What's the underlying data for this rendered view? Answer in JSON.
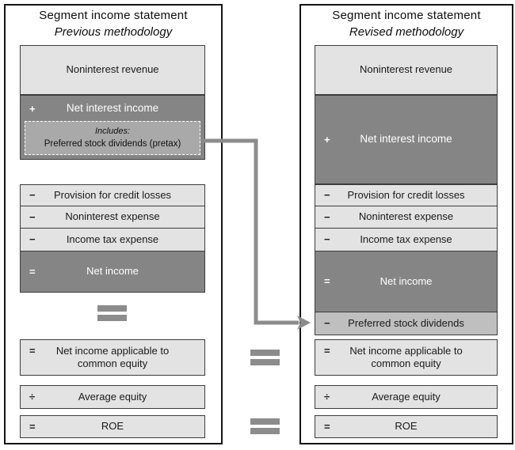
{
  "left": {
    "title": "Segment income statement",
    "subtitle": "Previous methodology",
    "noninterest_revenue": {
      "label": "Noninterest revenue"
    },
    "net_interest_income": {
      "op": "+",
      "label": "Net interest income"
    },
    "includes_note": {
      "heading": "Includes:",
      "body": "Preferred stock dividends (pretax)"
    },
    "rows": [
      {
        "op": "−",
        "label": "Provision for credit losses"
      },
      {
        "op": "−",
        "label": "Noninterest expense"
      },
      {
        "op": "−",
        "label": "Income tax expense"
      },
      {
        "op": "=",
        "label": "Net income"
      }
    ],
    "net_income_applicable": {
      "op": "=",
      "label": "Net income applicable to common equity"
    },
    "average_equity": {
      "op": "÷",
      "label": "Average equity"
    },
    "roe": {
      "op": "=",
      "label": "ROE"
    }
  },
  "right": {
    "title": "Segment income statement",
    "subtitle": "Revised methodology",
    "noninterest_revenue": {
      "label": "Noninterest revenue"
    },
    "net_interest_income": {
      "op": "+",
      "label": "Net interest income"
    },
    "rows": [
      {
        "op": "−",
        "label": "Provision for credit losses"
      },
      {
        "op": "−",
        "label": "Noninterest expense"
      },
      {
        "op": "−",
        "label": "Income tax expense"
      },
      {
        "op": "=",
        "label": "Net income"
      }
    ],
    "preferred_stock_dividends": {
      "op": "−",
      "label": "Preferred stock dividends"
    },
    "net_income_applicable": {
      "op": "=",
      "label": "Net income applicable to common equity"
    },
    "average_equity": {
      "op": "÷",
      "label": "Average equity"
    },
    "roe": {
      "op": "=",
      "label": "ROE"
    }
  },
  "symbols": {
    "left_equals": "equals-sign",
    "middle_equals_net_income_applicable": "equals-sign",
    "middle_equals_roe": "equals-sign",
    "flow_arrow": "arrow-from-previous-dividends-note-to-revised-dividends-row"
  },
  "colors": {
    "light_box": "#e3e3e3",
    "dark_box": "#858585",
    "medium_box": "#bfbfbf",
    "note_box": "#a9a9a9",
    "arrow_gray": "#8c8c8c",
    "border_dark": "#3c3c3c",
    "panel_border": "#141414"
  }
}
